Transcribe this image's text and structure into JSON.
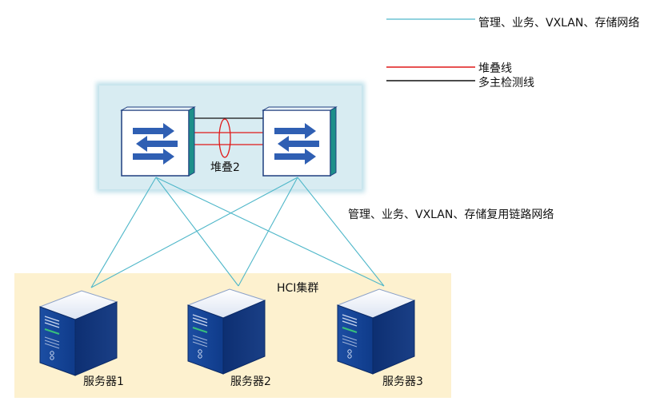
{
  "legend": {
    "mgmt_line_label": "管理、业务、VXLAN、存储网络",
    "stack_line_label": "堆叠线",
    "mad_line_label": "多主检测线"
  },
  "stack": {
    "label": "堆叠2"
  },
  "links": {
    "label": "管理、业务、VXLAN、存储复用链路网络"
  },
  "cluster": {
    "label": "HCI集群",
    "servers": [
      "服务器1",
      "服务器2",
      "服务器3"
    ]
  },
  "colors": {
    "mgmt_line": "#4fb7c9",
    "stack_line": "#e01818",
    "mad_line": "#111111",
    "stack_bg": "#d8ecf2",
    "cluster_bg": "#fdf1cf",
    "switch_arrow": "#2f5fb3",
    "server_body": "#163f8f"
  }
}
